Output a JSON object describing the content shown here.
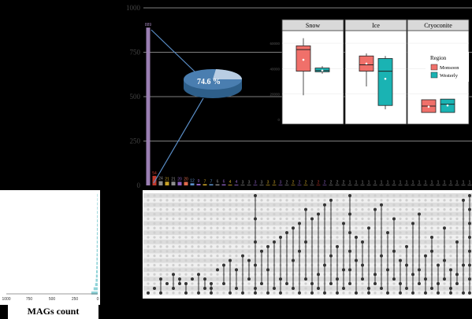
{
  "chart_data": [
    {
      "type": "bar",
      "role": "intersection-sizes",
      "ylim": [
        0,
        1000
      ],
      "yticks": [
        "0",
        "250",
        "500",
        "750",
        "1000"
      ],
      "values": [
        889,
        54,
        24,
        21,
        21,
        20,
        20,
        12,
        9,
        7,
        7,
        6,
        6,
        4,
        4,
        3,
        3,
        3,
        3,
        3,
        3,
        3,
        2,
        2,
        2,
        2,
        2,
        2,
        2,
        2,
        2,
        2,
        1,
        1,
        1,
        1,
        1,
        1,
        1,
        1,
        1,
        1,
        1,
        1,
        1,
        1,
        1,
        1,
        1,
        1,
        1,
        1
      ],
      "bar_colors": [
        "#9b7fb3",
        "#c0392b",
        "#8e8e8e",
        "#c9a227",
        "#8e8e8e",
        "#8b5fbf",
        "#e06a4c",
        "#5b8fc9",
        "#8b5fbf",
        "#c9a227",
        "#5b8fc9",
        "#8e8e8e",
        "#8b5fbf",
        "#c9a227",
        "#8b5fbf",
        "#8e8e8e",
        "#8e8e8e",
        "#8b5fbf",
        "#8e8e8e",
        "#c9a227",
        "#c9a227",
        "#8b5fbf",
        "#8e8e8e",
        "#c9a227",
        "#8b5fbf",
        "#c9a227",
        "#8e8e8e",
        "#c0392b",
        "#8b5fbf",
        "#8e8e8e",
        "#8e8e8e",
        "#8e8e8e",
        "#8e8e8e",
        "#8e8e8e",
        "#8e8e8e",
        "#8e8e8e",
        "#8e8e8e",
        "#8e8e8e",
        "#8e8e8e",
        "#8e8e8e",
        "#8e8e8e",
        "#8e8e8e",
        "#8e8e8e",
        "#8e8e8e",
        "#8e8e8e",
        "#8e8e8e",
        "#8e8e8e",
        "#8e8e8e",
        "#8e8e8e",
        "#8e8e8e",
        "#8e8e8e",
        "#8e8e8e"
      ]
    },
    {
      "type": "pie",
      "role": "inset-3d-pie",
      "label": "74.6 %",
      "values": [
        74.6,
        25.4
      ]
    },
    {
      "type": "box",
      "role": "inset-boxplots",
      "panels": [
        "Snow",
        "Ice",
        "Cryoconite"
      ],
      "ytick_labels": [
        "60000",
        "40000",
        "20000",
        "0"
      ],
      "legend_title": "Region",
      "series": [
        {
          "name": "Monsoon",
          "color": "#f0706a"
        },
        {
          "name": "Westerly",
          "color": "#1ab3b3"
        }
      ],
      "boxes": [
        {
          "panel": "Snow",
          "series": "Monsoon",
          "q1": 38000,
          "median": 55000,
          "q3": 58000,
          "whisker_low": 19000,
          "whisker_high": 64000,
          "mean": 47000
        },
        {
          "panel": "Snow",
          "series": "Westerly",
          "q1": 37500,
          "median": 38500,
          "q3": 40500,
          "whisker_low": 36000,
          "whisker_high": 42000,
          "mean": 38500
        },
        {
          "panel": "Ice",
          "series": "Monsoon",
          "q1": 38000,
          "median": 43000,
          "q3": 50000,
          "whisker_low": 26000,
          "whisker_high": 52000,
          "mean": 44000
        },
        {
          "panel": "Ice",
          "series": "Westerly",
          "q1": 11000,
          "median": 38000,
          "q3": 48000,
          "whisker_low": 8000,
          "whisker_high": 50000,
          "mean": 32000
        },
        {
          "panel": "Cryoconite",
          "series": "Monsoon",
          "q1": 5500,
          "median": 10500,
          "q3": 15500,
          "whisker_low": 5500,
          "whisker_high": 15500,
          "mean": 10000
        },
        {
          "panel": "Cryoconite",
          "series": "Westerly",
          "q1": 5500,
          "median": 12000,
          "q3": 16000,
          "whisker_low": 5500,
          "whisker_high": 16000,
          "mean": 11000
        }
      ]
    },
    {
      "type": "bar",
      "role": "set-sizes",
      "orientation": "horizontal",
      "xlabel": "MAGs count",
      "xtick_labels": [
        "1000",
        "750",
        "500",
        "250",
        "0"
      ],
      "values": [
        5,
        5,
        6,
        6,
        7,
        7,
        8,
        8,
        9,
        9,
        10,
        10,
        11,
        11,
        12,
        13,
        14,
        15,
        17,
        19,
        22,
        28,
        45,
        70
      ]
    },
    {
      "type": "matrix",
      "role": "intersection-matrix",
      "rows": 22,
      "columns": 52,
      "memberships": [
        [
          21
        ],
        [
          20
        ],
        [
          21,
          18
        ],
        [
          19
        ],
        [
          20,
          17
        ],
        [
          19,
          18
        ],
        [
          21,
          19
        ],
        [
          18
        ],
        [
          21,
          17
        ],
        [
          20,
          18
        ],
        [
          21,
          20,
          19
        ],
        [
          16
        ],
        [
          19,
          15
        ],
        [
          21,
          14
        ],
        [
          20,
          16
        ],
        [
          21,
          13
        ],
        [
          18,
          14
        ],
        [
          0,
          5,
          10,
          15,
          20,
          21
        ],
        [
          19,
          12
        ],
        [
          21,
          16,
          11
        ],
        [
          20,
          10
        ],
        [
          21,
          18,
          9
        ],
        [
          19,
          8
        ],
        [
          20,
          14,
          7
        ],
        [
          21,
          12,
          6
        ],
        [
          18,
          3,
          10
        ],
        [
          21,
          19,
          5
        ],
        [
          20,
          17,
          4
        ],
        [
          21,
          15,
          2
        ],
        [
          19,
          13,
          1
        ],
        [
          21,
          18,
          11
        ],
        [
          20,
          16,
          6
        ],
        [
          0,
          4,
          8,
          12,
          16,
          19
        ],
        [
          21,
          14,
          9
        ],
        [
          18,
          15,
          10
        ],
        [
          21,
          20,
          7
        ],
        [
          19,
          17,
          3
        ],
        [
          20,
          13,
          2
        ],
        [
          21,
          16,
          8
        ],
        [
          18,
          12,
          5
        ],
        [
          21,
          19,
          14
        ],
        [
          20,
          15,
          11
        ],
        [
          21,
          17,
          6
        ],
        [
          19,
          16,
          4
        ],
        [
          21,
          18,
          13
        ],
        [
          20,
          12,
          9
        ],
        [
          21,
          19,
          15
        ],
        [
          18,
          14,
          7
        ],
        [
          21,
          20,
          16
        ],
        [
          19,
          17,
          10
        ],
        [
          21,
          15,
          1
        ],
        [
          0,
          3,
          6,
          9,
          12,
          15,
          18,
          21
        ]
      ]
    }
  ]
}
